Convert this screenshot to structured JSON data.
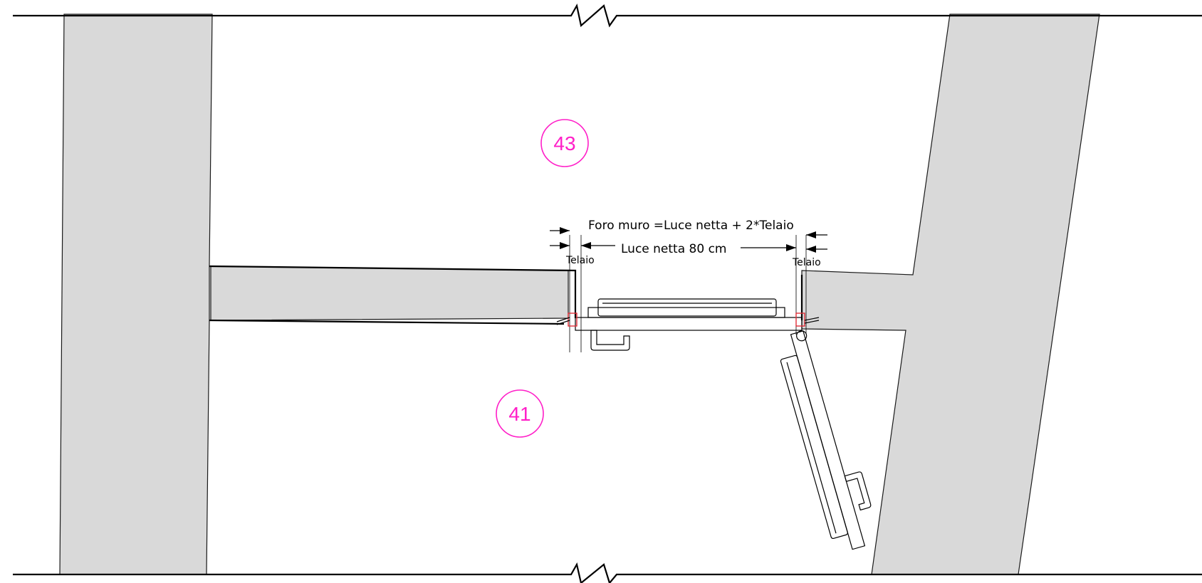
{
  "room_tags": {
    "upper": "43",
    "lower": "41"
  },
  "dimensions": {
    "wall_opening": "Foro muro =Luce netta + 2*Telaio",
    "clear_width": "Luce netta 80 cm",
    "frame_left": "Telaio",
    "frame_right": "Telaio"
  },
  "colors": {
    "wall_fill": "#d9d9d9",
    "tag": "#ff1fc8",
    "frame_detail": "#e0303a"
  }
}
